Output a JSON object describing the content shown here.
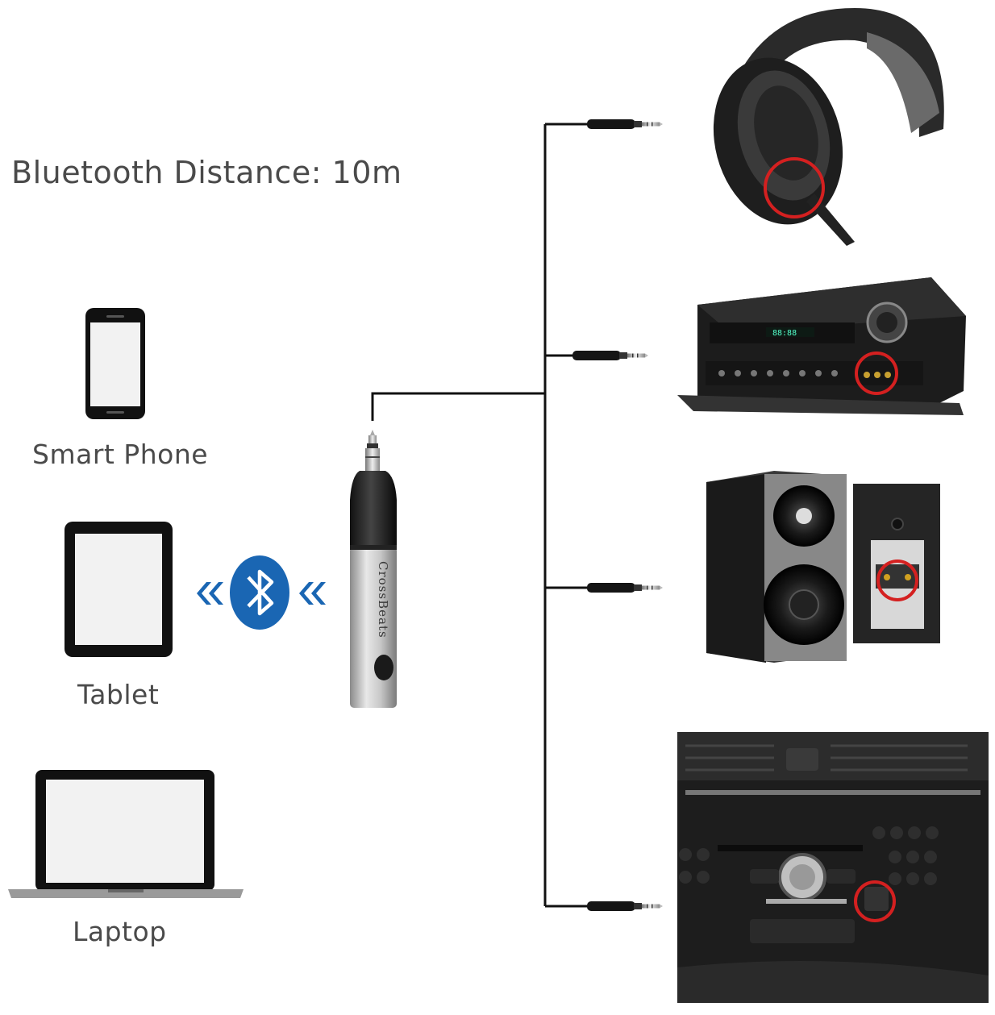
{
  "title": "Bluetooth Distance: 10m",
  "sources": [
    {
      "label": "Smart Phone",
      "icon": "smartphone-icon"
    },
    {
      "label": "Tablet",
      "icon": "tablet-icon"
    },
    {
      "label": "Laptop",
      "icon": "laptop-icon"
    }
  ],
  "receiver": {
    "brand": "CrossBeats",
    "icon": "bluetooth-receiver-icon"
  },
  "bluetooth": {
    "icon": "bluetooth-icon",
    "color": "#1a66b3"
  },
  "outputs": [
    {
      "icon": "headphones-icon"
    },
    {
      "icon": "av-receiver-icon"
    },
    {
      "icon": "speakers-icon"
    },
    {
      "icon": "car-stereo-icon"
    }
  ],
  "colors": {
    "highlight": "#d42020",
    "text": "#4a4a4a"
  }
}
